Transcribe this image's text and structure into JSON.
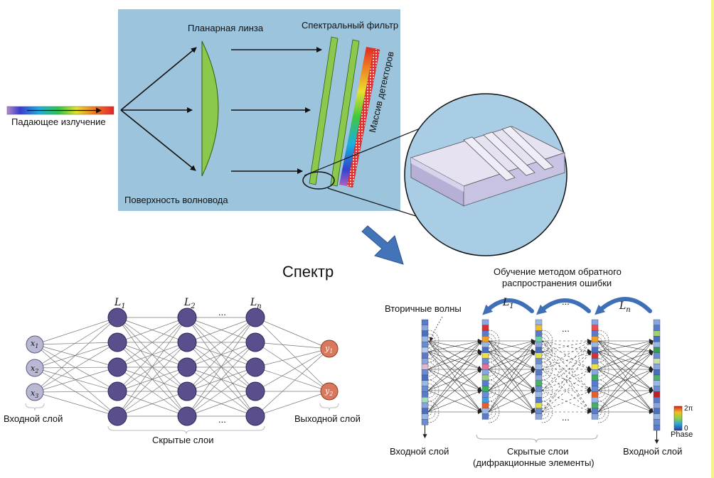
{
  "optics": {
    "lens_label": "Планарная линза",
    "filter_label": "Спектральный фильтр",
    "detector_label": "Массив детекторов",
    "incident_label": "Падающее излучение",
    "waveguide_label": "Поверхность волновода"
  },
  "spectrum_label": "Спектр",
  "ann": {
    "layer_l1": "L",
    "layer_l1_sub": "1",
    "layer_l2": "L",
    "layer_l2_sub": "2",
    "layer_ln": "L",
    "layer_ln_sub": "n",
    "dots": "...",
    "inputs": [
      {
        "base": "x",
        "sub": "1"
      },
      {
        "base": "x",
        "sub": "2"
      },
      {
        "base": "x",
        "sub": "3"
      }
    ],
    "outputs": [
      {
        "base": "y",
        "sub": "1"
      },
      {
        "base": "y",
        "sub": "2"
      }
    ],
    "input_layer": "Входной слой",
    "output_layer": "Выходной слой",
    "hidden_layers": "Скрытые слои"
  },
  "d2nn": {
    "backprop_line1": "Обучение методом обратного",
    "backprop_line2": "распространения ошибки",
    "secondary_waves": "Вторичные волны",
    "l1": "L",
    "l1_sub": "1",
    "ln": "L",
    "ln_sub": "n",
    "input_layer_left": "Входной слой",
    "input_layer_right": "Входной слой",
    "hidden_line1": "Скрытые слои",
    "hidden_line2": "(дифракционные элементы)",
    "scale_top": "2π",
    "scale_bottom": "0",
    "scale_label": "Phase"
  },
  "colors": {
    "panel": "#9cc5dd",
    "lens": "#8cc84b",
    "node_purple": "#5a4e8c",
    "node_input": "#b9b9d3",
    "node_output": "#d9785c",
    "arrow_blue": "#4474b8"
  }
}
